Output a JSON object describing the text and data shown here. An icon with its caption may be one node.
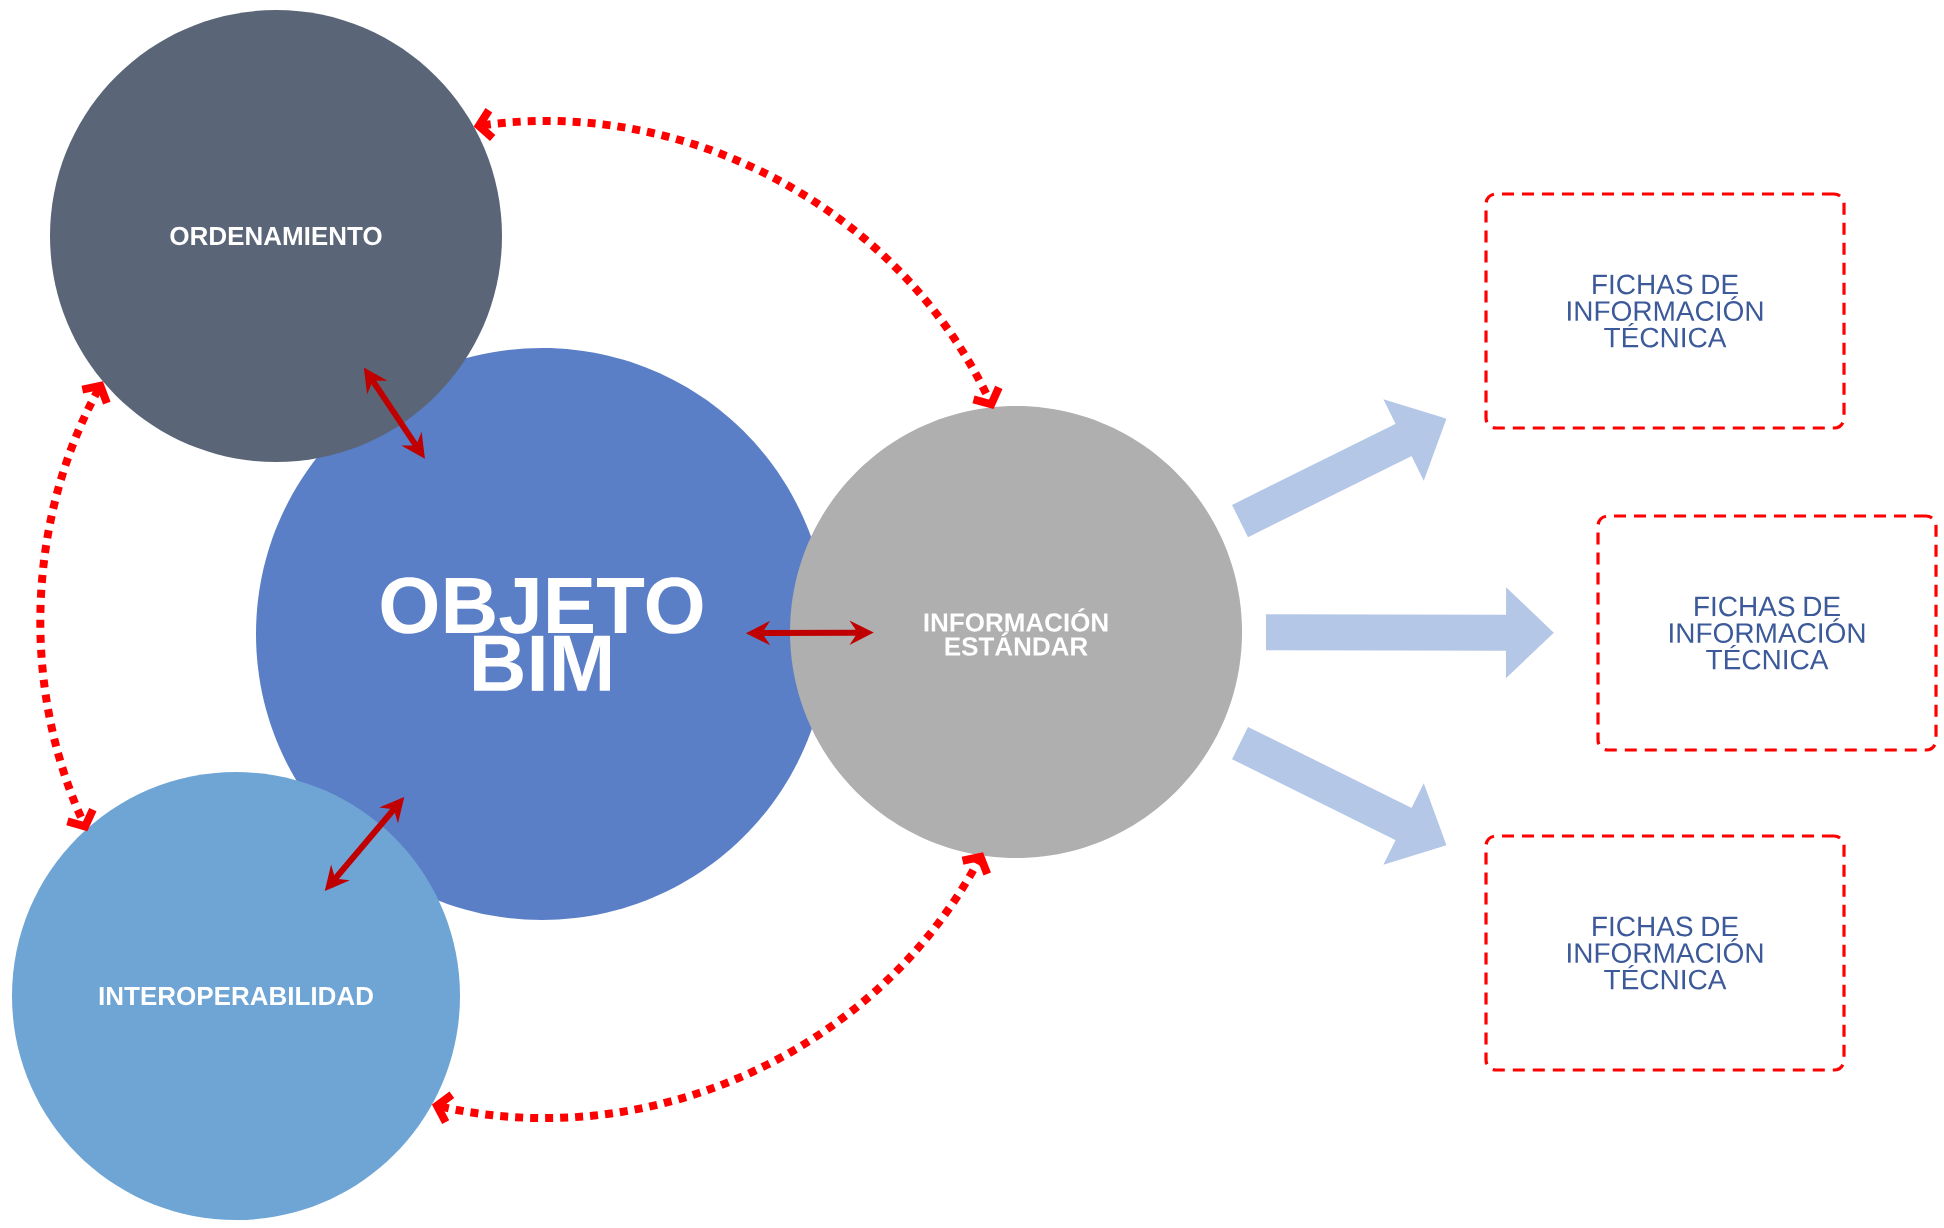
{
  "diagram": {
    "nodes": [
      {
        "text": [
          "ORDENAMIENTO"
        ]
      },
      {
        "text": [
          "OBJETO BIM"
        ]
      },
      {
        "text": [
          "INFORMACIÓN ESTÁNDAR"
        ]
      },
      {
        "text": [
          "INTEROPERABILIDAD"
        ]
      },
      {
        "text": [
          "FICHAS DE INFORMACIÓN TÉCNICA"
        ]
      },
      {
        "text": [
          "FICHAS DE INFORMACIÓN TÉCNICA"
        ]
      },
      {
        "text": [
          "FICHAS DE INFORMACIÓN TÉCNICA"
        ]
      }
    ],
    "edges": [
      {
        "from": 0,
        "to": 1,
        "arrow": "both",
        "color": "#c00000"
      },
      {
        "from": 1,
        "to": 2,
        "arrow": "both",
        "color": "#c00000"
      },
      {
        "from": 1,
        "to": 3,
        "arrow": "both",
        "color": "#c00000"
      },
      {
        "from": 0,
        "to": 2,
        "arrow": "both",
        "style": "dashed",
        "color": "#ff0000"
      },
      {
        "from": 0,
        "to": 3,
        "arrow": "both",
        "style": "dashed",
        "color": "#ff0000"
      },
      {
        "from": 3,
        "to": 2,
        "arrow": "both",
        "style": "dashed",
        "color": "#ff0000"
      },
      {
        "from": 2,
        "to": 4,
        "arrow": "to",
        "style": "thick",
        "color": "#b4c7e7"
      },
      {
        "from": 2,
        "to": 5,
        "arrow": "to",
        "style": "thick",
        "color": "#b4c7e7"
      },
      {
        "from": 2,
        "to": 6,
        "arrow": "to",
        "style": "thick",
        "color": "#b4c7e7"
      }
    ]
  }
}
